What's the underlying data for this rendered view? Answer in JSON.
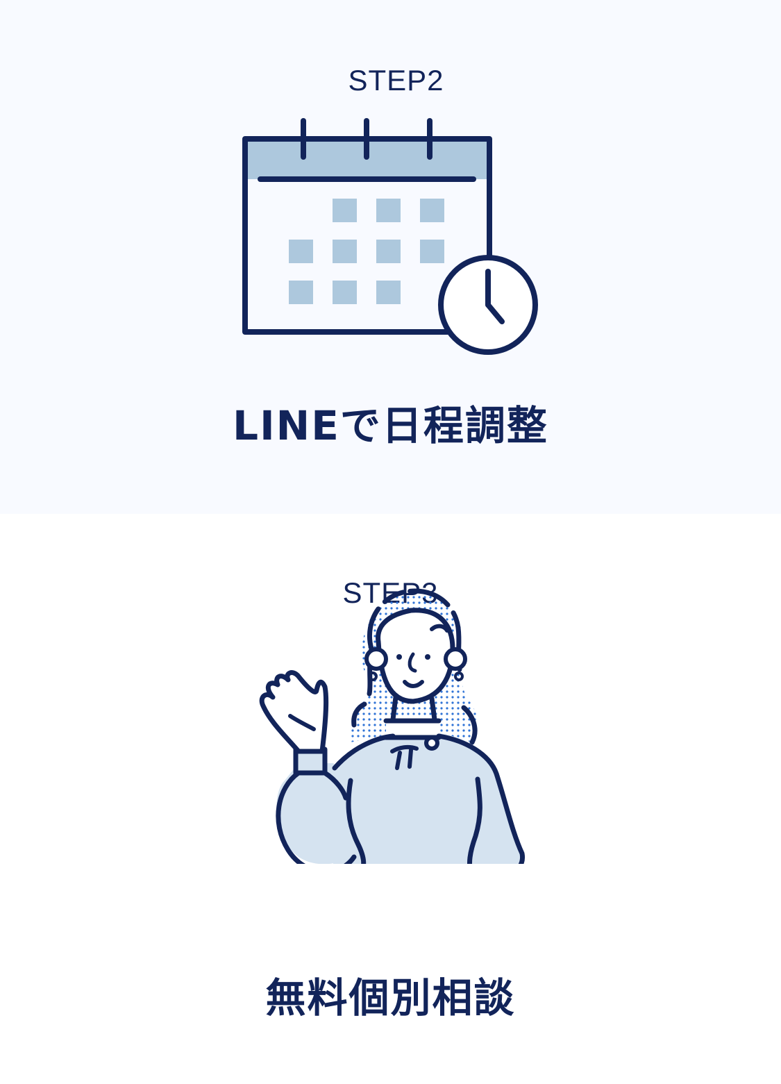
{
  "colors": {
    "navy": "#12245a",
    "light_blue": "#adc8dd",
    "pale_blue": "#d5e3f0",
    "dot_blue": "#2f73d6",
    "bg_top": "#f8faff",
    "bg_bottom": "#ffffff"
  },
  "steps": [
    {
      "label": "STEP2",
      "title": "LINEで日程調整",
      "illustration": "calendar-clock-icon"
    },
    {
      "label": "STEP3",
      "title": "無料個別相談",
      "illustration": "consultant-woman-illustration"
    }
  ]
}
